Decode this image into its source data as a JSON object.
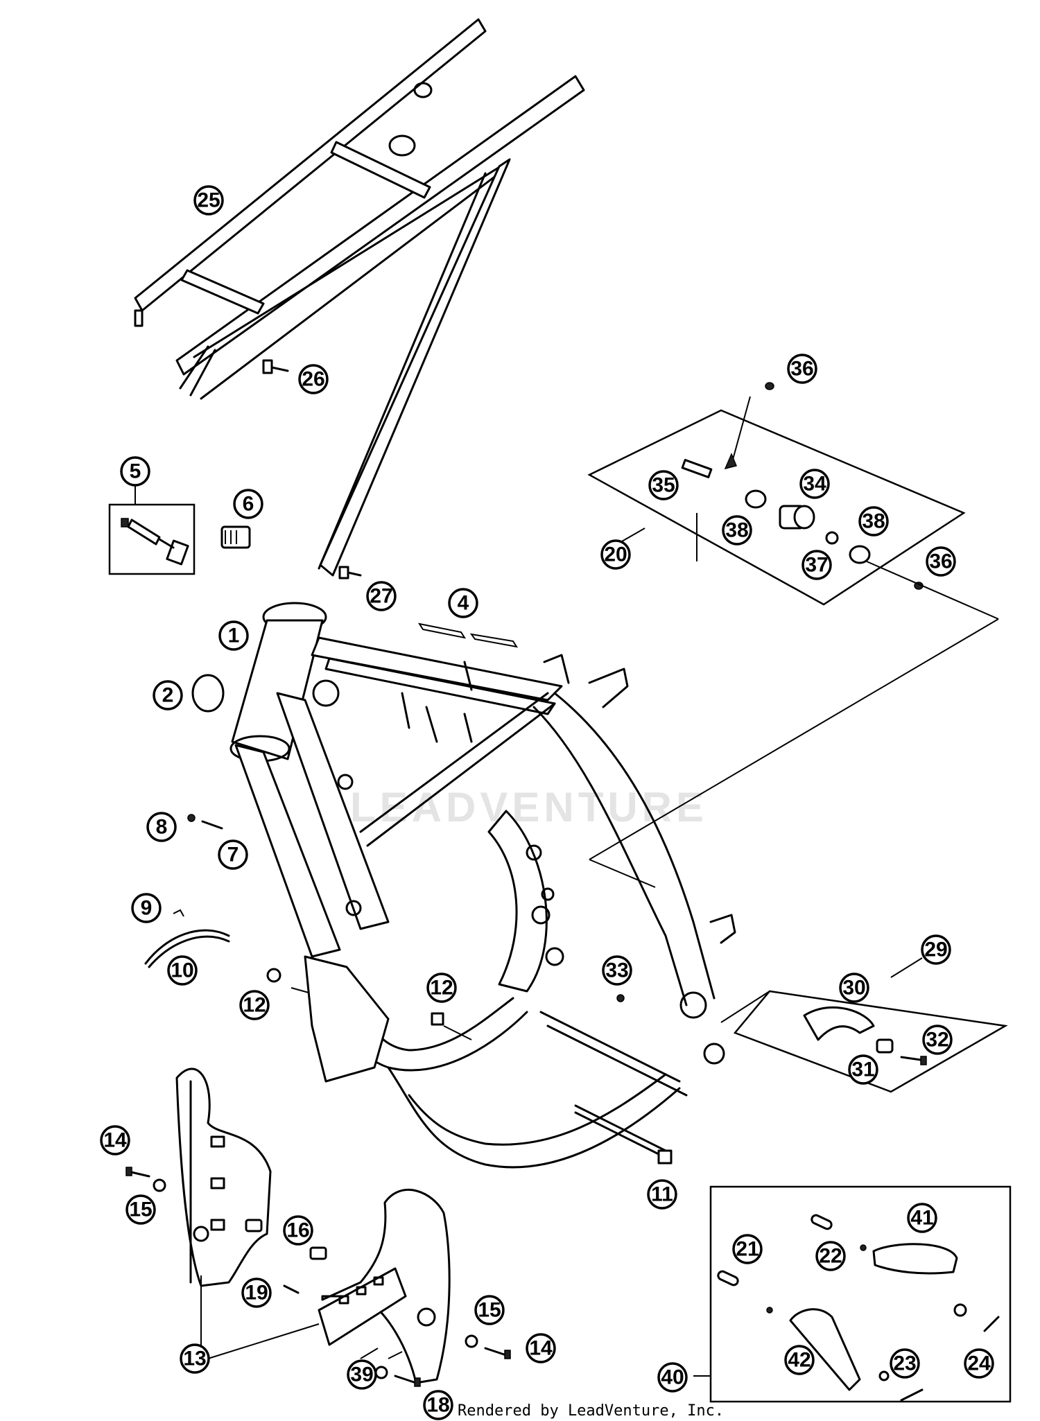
{
  "watermark": "LEADVENTURE",
  "footer": "Rendered by LeadVenture, Inc.",
  "callouts": [
    "1",
    "2",
    "4",
    "5",
    "6",
    "7",
    "8",
    "9",
    "10",
    "11",
    "12",
    "12",
    "13",
    "14",
    "14",
    "15",
    "15",
    "16",
    "18",
    "19",
    "20",
    "21",
    "22",
    "23",
    "24",
    "25",
    "26",
    "27",
    "29",
    "30",
    "31",
    "32",
    "33",
    "34",
    "35",
    "36",
    "36",
    "37",
    "38",
    "38",
    "39",
    "40",
    "41",
    "42"
  ]
}
